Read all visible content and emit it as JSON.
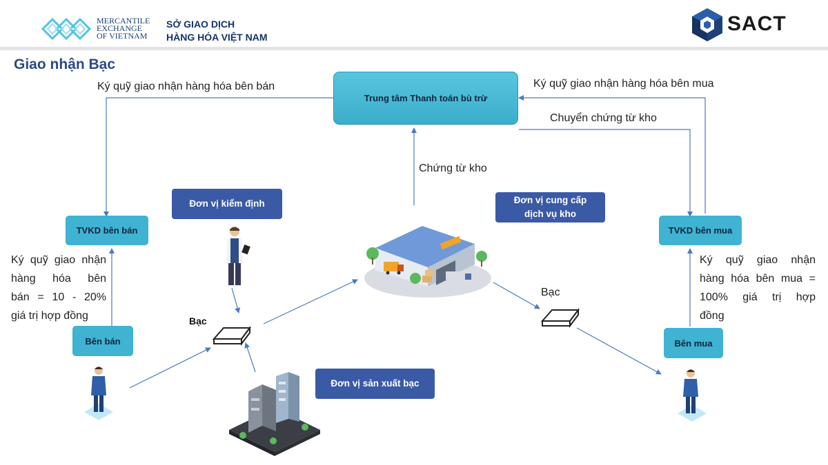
{
  "header": {
    "mxv_lines": [
      "MERCANTILE",
      "EXCHANGE",
      "OF VIETNAM"
    ],
    "sgd_line1": "SỞ GIAO DỊCH",
    "sgd_line2": "HÀNG HÓA VIỆT NAM",
    "sact_brand": "SACT"
  },
  "title": "Giao nhận Bạc",
  "nodes": {
    "clearing_center": "Trung tâm Thanh toán bù trừ",
    "tvkd_seller": "TVKD bên bán",
    "tvkd_buyer": "TVKD bên mua",
    "seller": "Bên bán",
    "buyer": "Bên mua",
    "inspection": "Đơn vị kiểm định",
    "warehouse_provider_line1": "Đơn vị cung cấp",
    "warehouse_provider_line2": "dịch vụ kho",
    "silver_producer": "Đơn vị sản xuất bạc"
  },
  "labels": {
    "seller_deposit_top": "Ký quỹ giao nhận hàng hóa bên bán",
    "buyer_deposit_top": "Ký quỹ giao nhận hàng hóa bên mua",
    "transfer_receipt": "Chuyển chứng từ kho",
    "warehouse_receipt": "Chứng từ kho",
    "silver_left": "Bạc",
    "silver_right": "Bạc"
  },
  "seller_note_lines": [
    "Ký quỹ giao nhận",
    "hàng hóa bên",
    "bán = 10 - 20%",
    "giá trị hợp đồng"
  ],
  "buyer_note_lines": [
    "Ký quỹ giao nhận",
    "hàng hóa bên mua =",
    "100% giá trị hợp",
    "đồng"
  ],
  "colors": {
    "node_fill": "#3fb3d1",
    "dark_node_fill": "#3a5aa6",
    "arrow": "#4a78c2",
    "title": "#2b4a86"
  }
}
